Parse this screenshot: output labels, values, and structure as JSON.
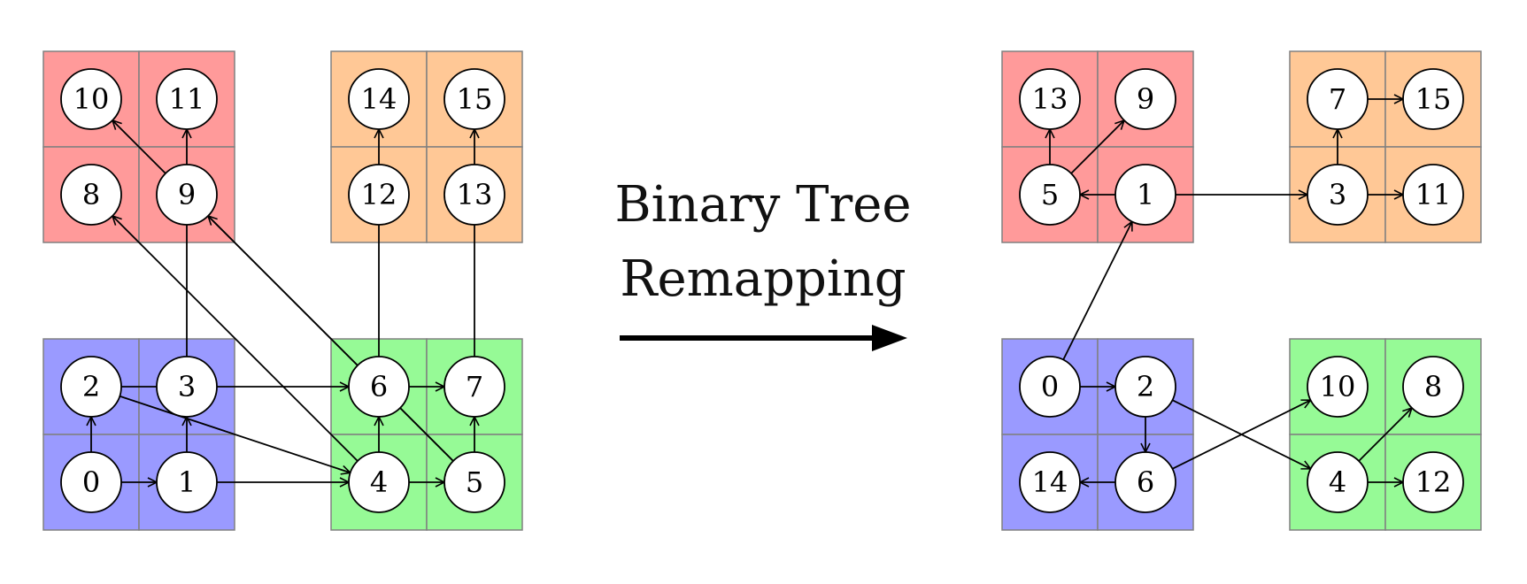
{
  "title_line1": "Binary Tree",
  "title_line2": "Remapping",
  "colors": {
    "red": "#ff9a9a",
    "orange": "#ffc896",
    "blue": "#9a9aff",
    "green": "#96fa96",
    "cell_border": "#808080",
    "line": "#000000",
    "node_fill": "#ffffff"
  },
  "left": {
    "quadrants": [
      {
        "name": "red",
        "color": "red",
        "nodes": [
          "10",
          "11",
          "8",
          "9"
        ]
      },
      {
        "name": "orange",
        "color": "orange",
        "nodes": [
          "14",
          "15",
          "12",
          "13"
        ]
      },
      {
        "name": "blue",
        "color": "blue",
        "nodes": [
          "2",
          "3",
          "0",
          "1"
        ]
      },
      {
        "name": "green",
        "color": "green",
        "nodes": [
          "6",
          "7",
          "4",
          "5"
        ]
      }
    ],
    "edges": [
      [
        "0",
        "1"
      ],
      [
        "0",
        "2"
      ],
      [
        "1",
        "3"
      ],
      [
        "1",
        "4"
      ],
      [
        "2",
        "6"
      ],
      [
        "2",
        "4"
      ],
      [
        "3",
        "11"
      ],
      [
        "4",
        "5"
      ],
      [
        "4",
        "6"
      ],
      [
        "4",
        "8"
      ],
      [
        "5",
        "7"
      ],
      [
        "5",
        "9"
      ],
      [
        "5",
        "10"
      ],
      [
        "6",
        "14"
      ],
      [
        "6",
        "7"
      ],
      [
        "7",
        "15"
      ]
    ]
  },
  "right": {
    "quadrants": [
      {
        "name": "red",
        "color": "red",
        "nodes": [
          "13",
          "9",
          "5",
          "1"
        ]
      },
      {
        "name": "orange",
        "color": "orange",
        "nodes": [
          "7",
          "15",
          "3",
          "11"
        ]
      },
      {
        "name": "blue",
        "color": "blue",
        "nodes": [
          "0",
          "2",
          "14",
          "6"
        ]
      },
      {
        "name": "green",
        "color": "green",
        "nodes": [
          "10",
          "8",
          "4",
          "12"
        ]
      }
    ],
    "edges": [
      [
        "0",
        "1"
      ],
      [
        "0",
        "2"
      ],
      [
        "1",
        "5"
      ],
      [
        "1",
        "3"
      ],
      [
        "5",
        "13"
      ],
      [
        "5",
        "9"
      ],
      [
        "3",
        "7"
      ],
      [
        "3",
        "11"
      ],
      [
        "7",
        "15"
      ],
      [
        "2",
        "6"
      ],
      [
        "2",
        "4"
      ],
      [
        "6",
        "14"
      ],
      [
        "6",
        "10"
      ],
      [
        "4",
        "8"
      ],
      [
        "4",
        "12"
      ]
    ]
  }
}
